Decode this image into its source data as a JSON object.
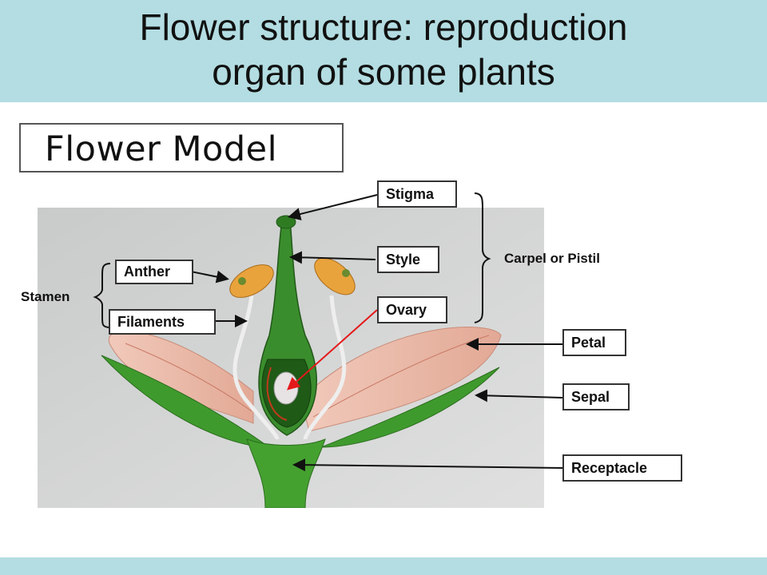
{
  "title": {
    "line1": "Flower structure: reproduction",
    "line2": "organ of some plants"
  },
  "model_title": "Flower Model",
  "labels": {
    "stigma": "Stigma",
    "style": "Style",
    "ovary": "Ovary",
    "carpel": "Carpel or Pistil",
    "anther": "Anther",
    "filaments": "Filaments",
    "stamen": "Stamen",
    "petal": "Petal",
    "sepal": "Sepal",
    "receptacle": "Receptacle"
  },
  "colors": {
    "banner": "#b3dde2",
    "plant_green": "#3d8f2e",
    "petal_pink": "#eab7a7",
    "anther_orange": "#e9a33c",
    "ovary_pointer": "#e4181a"
  }
}
